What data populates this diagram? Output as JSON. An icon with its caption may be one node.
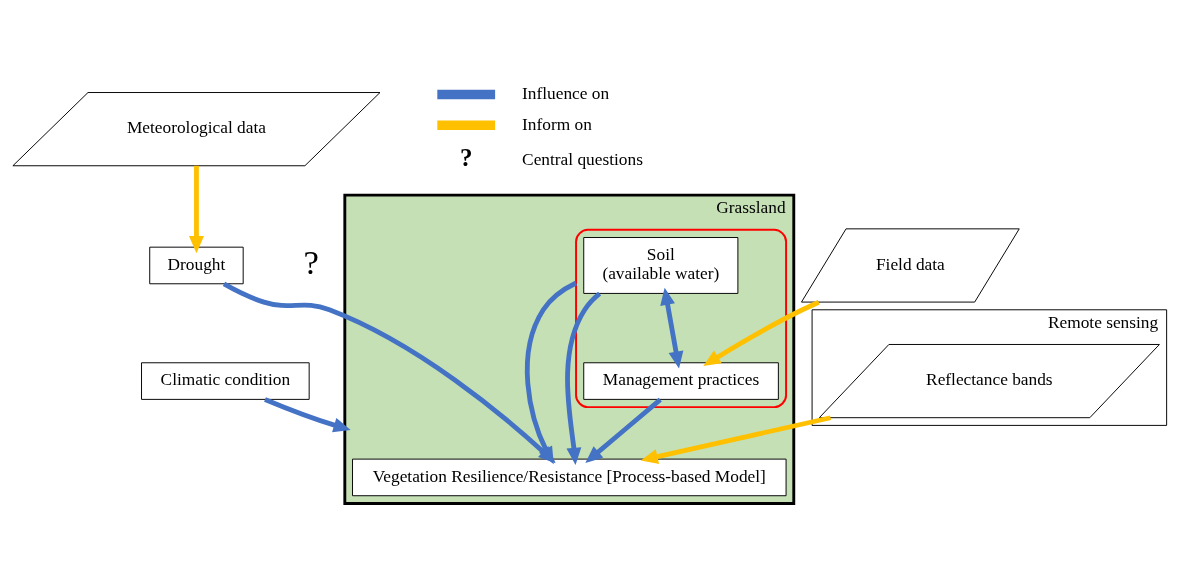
{
  "diagram": {
    "nodes": [
      {
        "text": [
          "Meteorological data"
        ]
      },
      {
        "text": [
          "Remote sensing"
        ]
      },
      {
        "text": [
          "Reflectance bands"
        ],
        "in": 1
      },
      {
        "text": [
          "Drought"
        ]
      },
      {
        "text": [
          "Climatic condition"
        ]
      },
      {
        "text": [
          "Grassland"
        ]
      },
      {
        "text": [
          "Vegetation Resilience/Resistance [Process-based Model]"
        ],
        "in": 5
      },
      {
        "text": [],
        "shape": "box",
        "in": 5
      },
      {
        "text": [
          "Soil",
          "(available water)"
        ],
        "in": 7
      },
      {
        "text": [
          "Management practices"
        ],
        "in": 7
      },
      {
        "text": [
          "Field data"
        ]
      }
    ],
    "edges": [
      {
        "from": 0,
        "to": 3,
        "arrow": "to",
        "color": "#ffc000"
      },
      {
        "from": 2,
        "to": 6,
        "arrow": "to",
        "color": "#ffc000"
      },
      {
        "from": 3,
        "to": 6,
        "arrow": "to"
      },
      {
        "from": 7,
        "to": 6,
        "arrow": "to"
      },
      {
        "from": 4,
        "to": 5,
        "arrow": "to"
      },
      {
        "from": 8,
        "to": 9,
        "arrow": "both"
      },
      {
        "from": 8,
        "to": 6,
        "arrow": "to"
      },
      {
        "from": 9,
        "to": 6,
        "arrow": "to"
      },
      {
        "from": 10,
        "to": 9,
        "arrow": "to",
        "color": "#ffc000"
      }
    ],
    "labels": [
      "?",
      "?"
    ],
    "legend": [
      {
        "text": "Influence on",
        "color": "#4472c4"
      },
      {
        "text": "Inform on",
        "color": "#ffc000"
      },
      {
        "text": "Central questions"
      }
    ]
  }
}
